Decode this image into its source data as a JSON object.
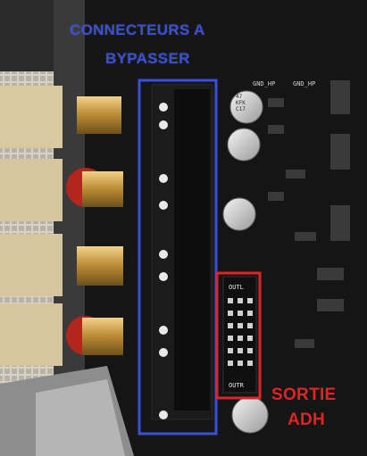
{
  "annotations": {
    "blue_label_line1": "CONNECTEURS A",
    "blue_label_line2": "BYPASSER",
    "red_label_line1": "SORTIE",
    "red_label_line2": "ADH"
  },
  "pcb_text": {
    "gnd_hp_left": "GND_HP",
    "gnd_hp_right": "GND_HP",
    "outl": "OUTL",
    "outr": "OUTR",
    "cap1": "47",
    "cap_code": "KFK",
    "cap_c17": "C17"
  },
  "colors": {
    "annotation_blue": "#3a4fd8",
    "annotation_red": "#e02424",
    "pcb": "#151515",
    "gold": "#c9a24a",
    "red_insulator": "#b3261e"
  }
}
